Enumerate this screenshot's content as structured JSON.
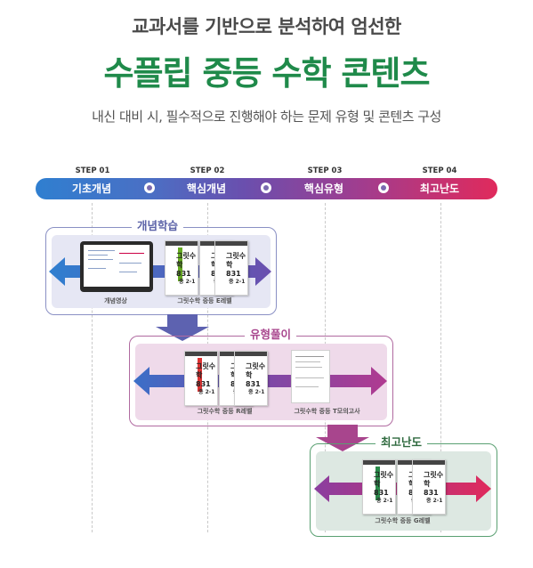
{
  "header": {
    "subtitle": "교과서를 기반으로 분석하여 엄선한",
    "title": "수플립 중등 수학 콘텐츠",
    "description": "내신 대비 시, 필수적으로 진행해야 하는 문제 유형 및 콘텐츠 구성"
  },
  "steps": [
    {
      "step": "STEP 01",
      "label": "기초개념"
    },
    {
      "step": "STEP 02",
      "label": "핵심개념"
    },
    {
      "step": "STEP 03",
      "label": "핵심유형"
    },
    {
      "step": "STEP 04",
      "label": "최고난도"
    }
  ],
  "sections": [
    {
      "title": "개념학습",
      "items": [
        "개념영상",
        "그릿수학 중등 E레벨"
      ],
      "color": "#7b83b8"
    },
    {
      "title": "유형풀이",
      "items": [
        "그릿수학 중등 R레벨",
        "그릿수학 중등 T모의고사"
      ],
      "color": "#a8458d"
    },
    {
      "title": "최고난도",
      "items": [
        "그릿수학 중등 G레벨"
      ],
      "color": "#2f8a4a"
    }
  ],
  "book_cover": {
    "title_line1": "그릿수학",
    "title_line2": "831",
    "grade": "중 2-1"
  },
  "colors": {
    "accent_green": "#1f8a4a",
    "blue": "#2f7fd0",
    "purple": "#6a4fae",
    "magenta": "#a03d8f",
    "pink": "#e02a5c"
  }
}
